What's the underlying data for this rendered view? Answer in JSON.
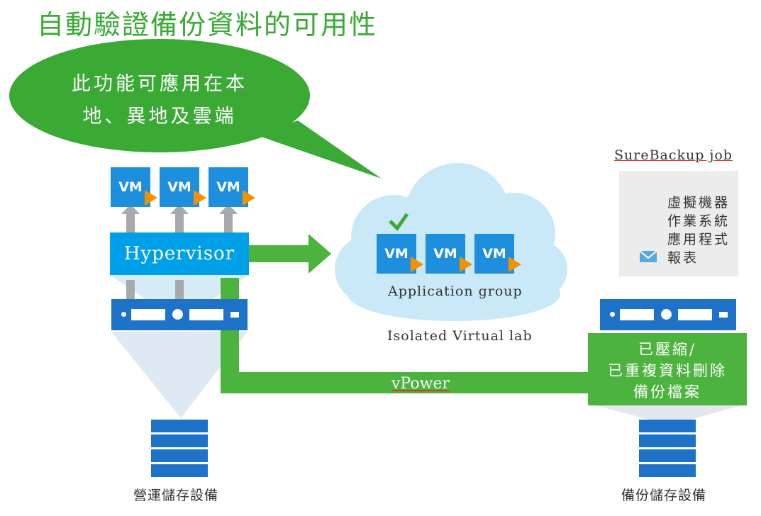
{
  "title": "自動驗證備份資料的可用性",
  "callout": {
    "line1": "此功能可應用在本",
    "line2": "地、異地及雲端"
  },
  "vm_label": "VM",
  "hypervisor_label": "Hypervisor",
  "cloud": {
    "group_label": "Application group",
    "lab_label": "Isolated Virtual lab"
  },
  "vpower_label": "vPower",
  "surebackup": {
    "title": "SureBackup job",
    "items": [
      "虛擬機器",
      "作業系統",
      "應用程式",
      "報表"
    ]
  },
  "backup_file": {
    "line1": "已壓縮/",
    "line2": "已重複資料刪除",
    "line3": "備份檔案"
  },
  "production_storage_label": "營運儲存設備",
  "backup_storage_label": "備份儲存設備",
  "colors": {
    "green": "#3aaa35",
    "blue": "#1e73c8",
    "vm_blue": "#1e8fdc",
    "orange": "#f39200",
    "cyan": "#00a0e9"
  }
}
